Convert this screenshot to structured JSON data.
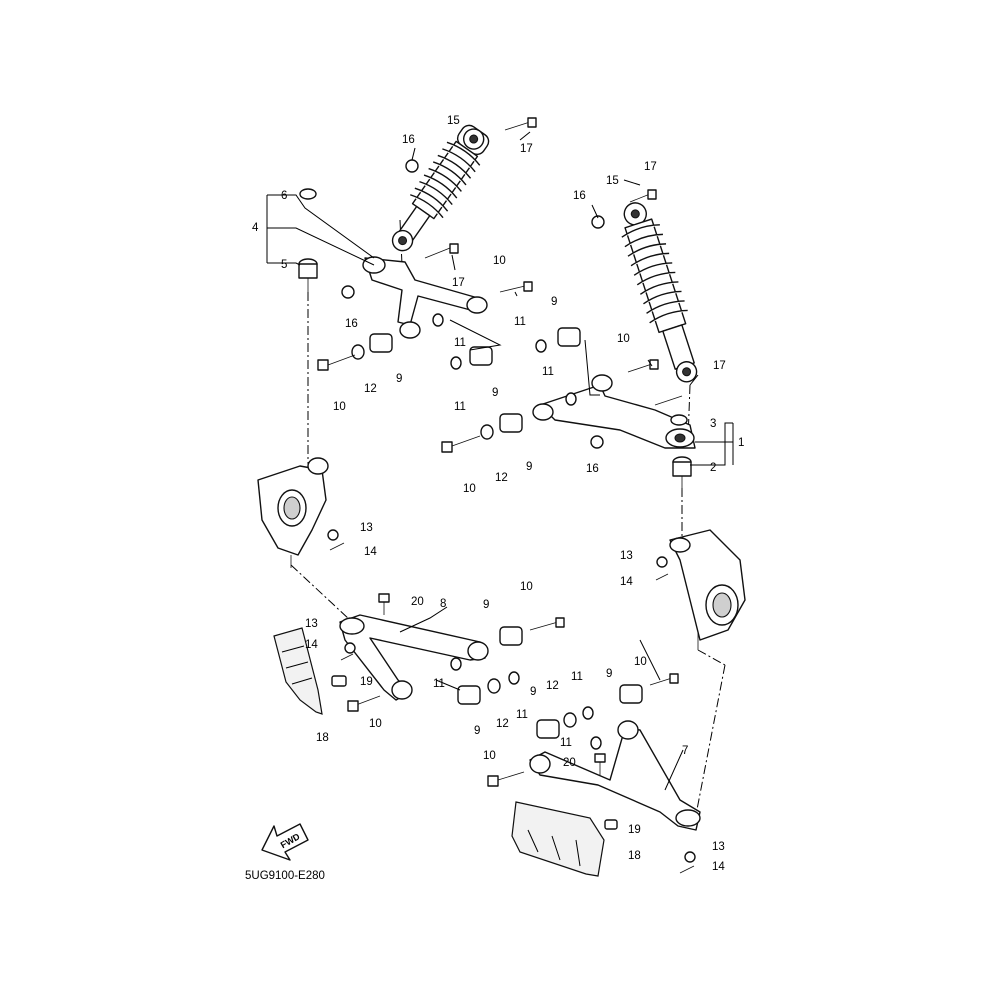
{
  "diagram": {
    "document_code": "5UG9100-E280",
    "direction_label": "FWD",
    "callouts": [
      "1",
      "2",
      "3",
      "4",
      "5",
      "6",
      "7",
      "8",
      "9",
      "10",
      "11",
      "12",
      "13",
      "14",
      "15",
      "16",
      "17",
      "18",
      "19",
      "20"
    ]
  }
}
